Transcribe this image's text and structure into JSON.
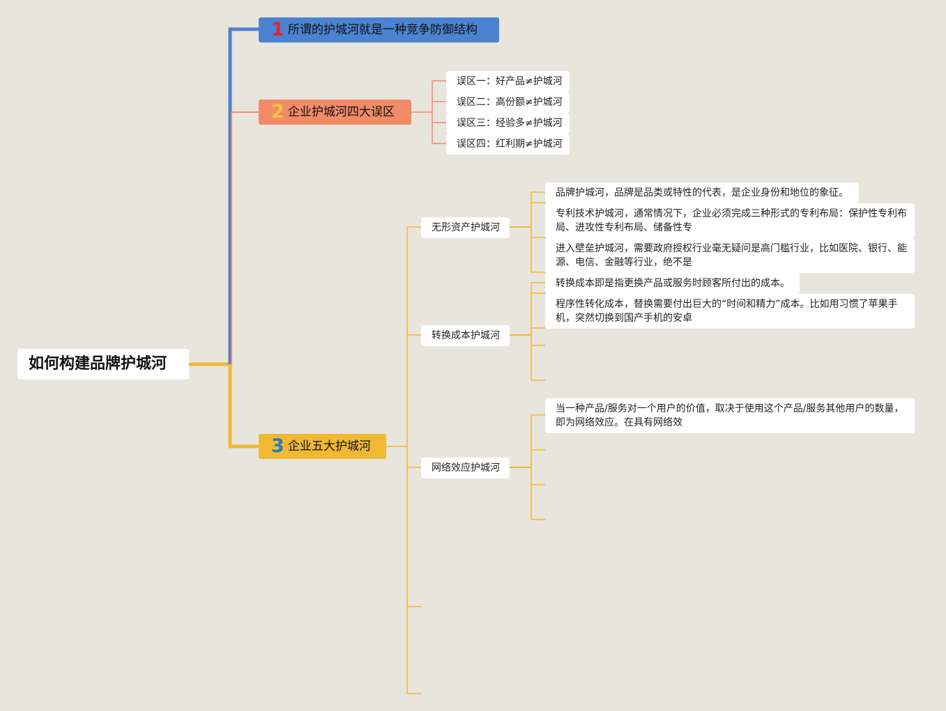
{
  "colors": {
    "background": "#e8e5dc",
    "branch1": "#4b83d1",
    "branch2": "#f28a68",
    "branch3": "#f0b833",
    "node": "#ffffff"
  },
  "root": {
    "label": "如何构建品牌护城河"
  },
  "branches": [
    {
      "number": "1",
      "label": "所谓的护城河就是一种竞争防御结构"
    },
    {
      "number": "2",
      "label": "企业护城河四大误区",
      "children": [
        {
          "label": "误区一：好产品≠护城河"
        },
        {
          "label": "误区二：高份额≠护城河"
        },
        {
          "label": "误区三：经验多≠护城河"
        },
        {
          "label": "误区四：红利期≠护城河"
        }
      ]
    },
    {
      "number": "3",
      "label": "企业五大护城河",
      "children": [
        {
          "label": "无形资产护城河",
          "children": [
            {
              "text": "品牌护城河，品牌是品类或特性的代表，是企业身份和地位的象征。"
            },
            {
              "text": "专利技术护城河，通常情况下，企业必须完成三种形式的专利布局：保护性专利布局、进攻性专利布局、储备性专"
            },
            {
              "text": "进入壁垒护城河，需要政府授权行业毫无疑问是高门槛行业，比如医院、银行、能源、电信、金融等行业，绝不是"
            }
          ]
        },
        {
          "label": "转换成本护城河",
          "children": [
            {
              "text": "转换成本即是指更换产品或服务时顾客所付出的成本。"
            },
            {
              "text": "程序性转化成本，替换需要付出巨大的“时间和精力”成本。比如用习惯了苹果手机，突然切换到国产手机的安卓"
            }
          ]
        },
        {
          "label": "网络效应护城河",
          "children": [
            {
              "text": "当一种产品/服务对一个用户的价值，取决于使用这个产品/服务其他用户的数量，即为网络效应。在具有网络效"
            }
          ]
        }
      ]
    }
  ]
}
